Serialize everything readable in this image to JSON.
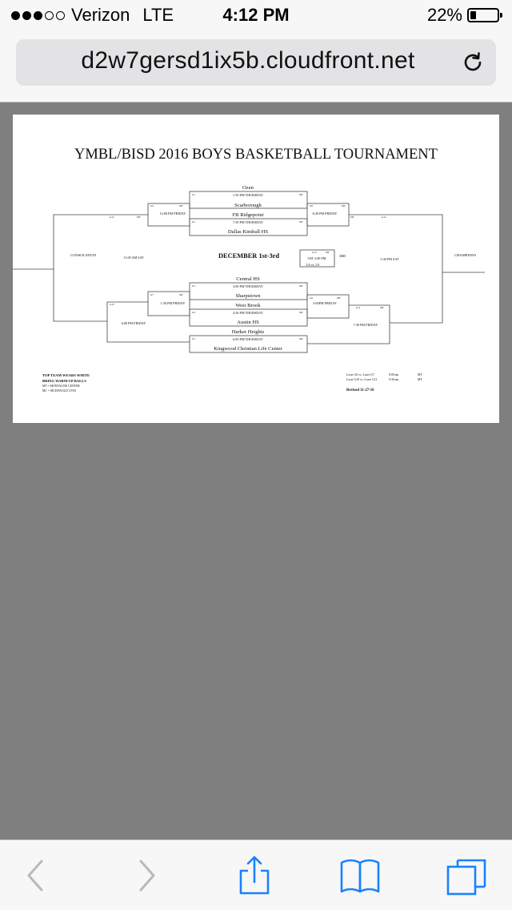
{
  "status": {
    "carrier": "Verizon",
    "network": "LTE",
    "time": "4:12 PM",
    "battery": "22%",
    "battery_level": 0.22,
    "signal_bars": 3,
    "signal_total": 5
  },
  "browser": {
    "url": "d2w7gersd1ix5b.cloudfront.net",
    "reload_icon": "reload-icon",
    "toolbar": {
      "back_icon": "chevron-left-icon",
      "forward_icon": "chevron-right-icon",
      "share_icon": "share-icon",
      "bookmarks_icon": "book-icon",
      "tabs_icon": "tabs-icon"
    },
    "accent": "#1a82fb"
  },
  "document": {
    "title": "YMBL/BISD 2016 BOYS BASKETBALL TOURNAMENT",
    "dates": "DECEMBER 1st-3rd",
    "labels": {
      "consolation": "CONSOLATION",
      "champions": "CHAMPIONS",
      "third": "3RD"
    },
    "teams": {
      "t1": "Ozen",
      "t2": "Scarborough",
      "t3": "FB Ridgepoint",
      "t4": "Dallas Kimball HS",
      "t5": "Central HS",
      "t6": "Sharpstown",
      "t7": "West Brook",
      "t8": "Austin HS",
      "t9": "Harker Heights",
      "t10": "Kingwood Christian Life Center"
    },
    "times": {
      "g1": "1:30 PM THURSDAY",
      "g2": "7:30 PM THURSDAY",
      "g3": "3:00 PM THURSDAY",
      "g4": "4:30 PM THURSDAY",
      "g5": "6:00 PM THURSDAY",
      "top_left_fri": "12:00 PM FRIDAY",
      "top_right_fri": "6:30 PM FRIDAY",
      "bot_left_fri": "1:30 PM FRIDAY",
      "bot_right_fri": "3:00PM FRIDAY",
      "consol_sat": "11:00 AM SAT",
      "consol_fri": "6:00 PM FRIDAY",
      "champ_fri": "7:30 PM FRIDAY",
      "champ_sat": "5:30 PM SAT",
      "third_time": "SAT 2:00 PM",
      "third_sub": "L8 vs. L9"
    },
    "game_codes": {
      "g1": "G1",
      "g2": "G2",
      "g3": "G3",
      "g4": "G4",
      "g5": "G5",
      "g6": "G6",
      "g7": "G7",
      "g8": "G8",
      "g9": "G9",
      "g10": "G10",
      "g11": "G11",
      "g12": "G12",
      "g13": "G13",
      "g14": "G14",
      "mt": "MT",
      "mc": "MC"
    },
    "notes": {
      "line1": "TOP TEAM WEARS WHITE",
      "line2": "BRING WARM-UP BALLS",
      "line3": "MT = MONTAGNE CENTER",
      "line4": "MC = MCDONALD GYM"
    },
    "losers": {
      "row1": "Loser G6 vs. Loser G7",
      "row1_time": "8:00 am",
      "row1_gym": "MT",
      "row2": "Loser G10 vs. Loser G11",
      "row2_time": "9:30 am",
      "row2_gym": "MT"
    },
    "revised": "Revised 11-27-16"
  }
}
